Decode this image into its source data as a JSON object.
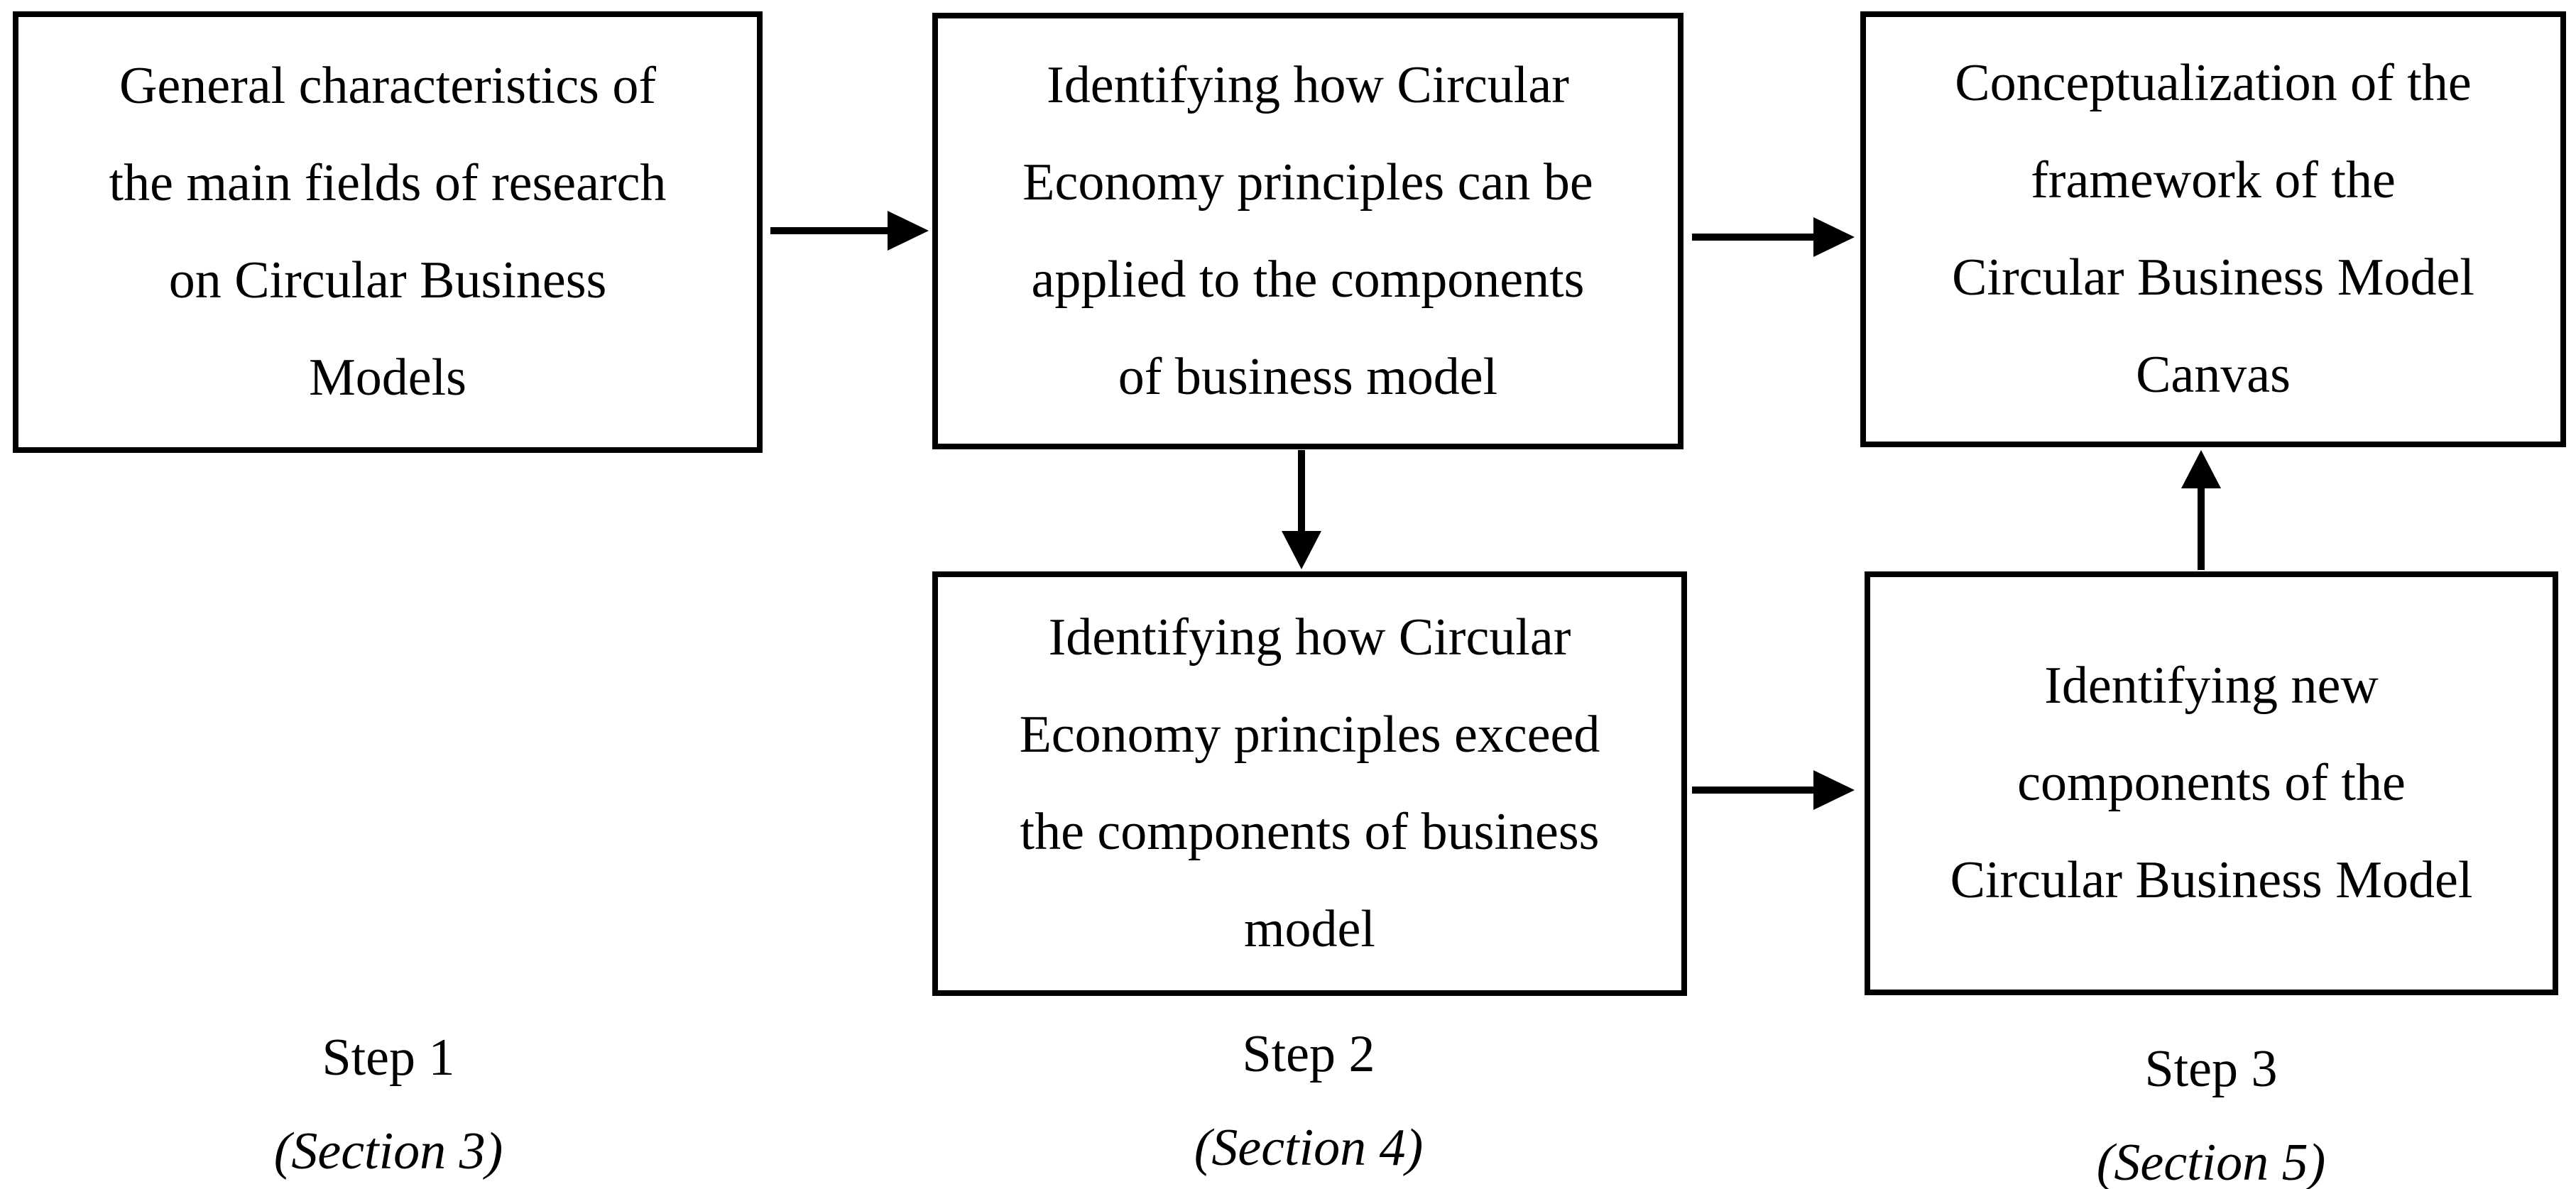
{
  "diagram": {
    "title_hint": "Three-step research flow for the Circular Business Model Canvas",
    "colors": {
      "ink": "#000000",
      "background": "#ffffff"
    },
    "boxes": [
      {
        "id": "general-characteristics",
        "text": "General characteristics of\nthe main fields of research\non Circular Business\nModels"
      },
      {
        "id": "principles-applied",
        "text": "Identifying how Circular\nEconomy principles can be\napplied to the components\nof business model"
      },
      {
        "id": "conceptualization-canvas",
        "text": "Conceptualization of the\nframework of the\nCircular Business Model\nCanvas"
      },
      {
        "id": "principles-exceed",
        "text": "Identifying how Circular\nEconomy principles exceed\nthe components of business\nmodel"
      },
      {
        "id": "new-components",
        "text": "Identifying new\ncomponents of the\nCircular Business Model"
      }
    ],
    "arrows": [
      {
        "from": "general-characteristics",
        "to": "principles-applied",
        "direction": "right"
      },
      {
        "from": "principles-applied",
        "to": "conceptualization-canvas",
        "direction": "right"
      },
      {
        "from": "principles-applied",
        "to": "principles-exceed",
        "direction": "down"
      },
      {
        "from": "principles-exceed",
        "to": "new-components",
        "direction": "right"
      },
      {
        "from": "new-components",
        "to": "conceptualization-canvas",
        "direction": "up"
      }
    ],
    "steps": [
      {
        "label": "Step 1",
        "section": "(Section 3)"
      },
      {
        "label": "Step 2",
        "section": "(Section 4)"
      },
      {
        "label": "Step 3",
        "section": "(Section 5)"
      }
    ]
  }
}
